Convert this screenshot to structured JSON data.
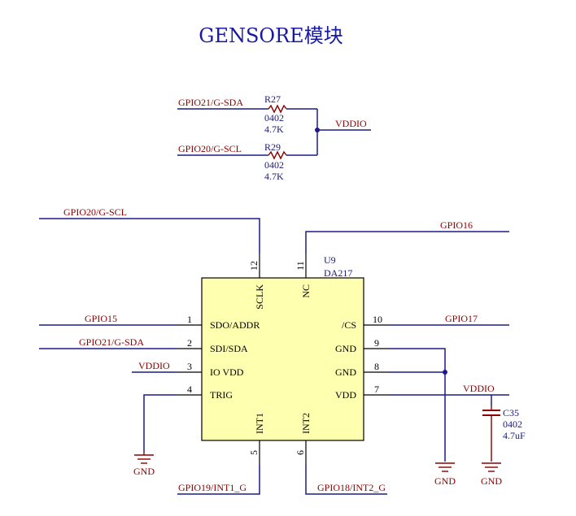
{
  "title": "GENSORE模块",
  "resistors": [
    {
      "designator": "R27",
      "package": "0402",
      "value": "4.7K",
      "net": "GPIO21/G-SDA"
    },
    {
      "designator": "R29",
      "package": "0402",
      "value": "4.7K",
      "net": "GPIO20/G-SCL"
    }
  ],
  "pullup_net": "VDDIO",
  "chip": {
    "designator": "U9",
    "part": "DA217",
    "pins": {
      "p1": {
        "num": "1",
        "label": "SDO/ADDR",
        "net": "GPIO15"
      },
      "p2": {
        "num": "2",
        "label": "SDI/SDA",
        "net": "GPIO21/G-SDA"
      },
      "p3": {
        "num": "3",
        "label": "IO VDD",
        "net": "VDDIO"
      },
      "p4": {
        "num": "4",
        "label": "TRIG",
        "net": "GND"
      },
      "p5": {
        "num": "5",
        "label": "INT1",
        "net": "GPIO19/INT1_G"
      },
      "p6": {
        "num": "6",
        "label": "INT2",
        "net": "GPIO18/INT2_G"
      },
      "p7": {
        "num": "7",
        "label": "VDD",
        "net": "VDDIO"
      },
      "p8": {
        "num": "8",
        "label": "GND"
      },
      "p9": {
        "num": "9",
        "label": "GND"
      },
      "p10": {
        "num": "10",
        "label": "/CS",
        "net": "GPIO17"
      },
      "p11": {
        "num": "11",
        "label": "NC",
        "net": "GPIO16"
      },
      "p12": {
        "num": "12",
        "label": "SCLK",
        "net": "GPIO20/G-SCL"
      }
    }
  },
  "capacitor": {
    "designator": "C35",
    "package": "0402",
    "value": "4.7uF"
  },
  "gnd_label": "GND"
}
